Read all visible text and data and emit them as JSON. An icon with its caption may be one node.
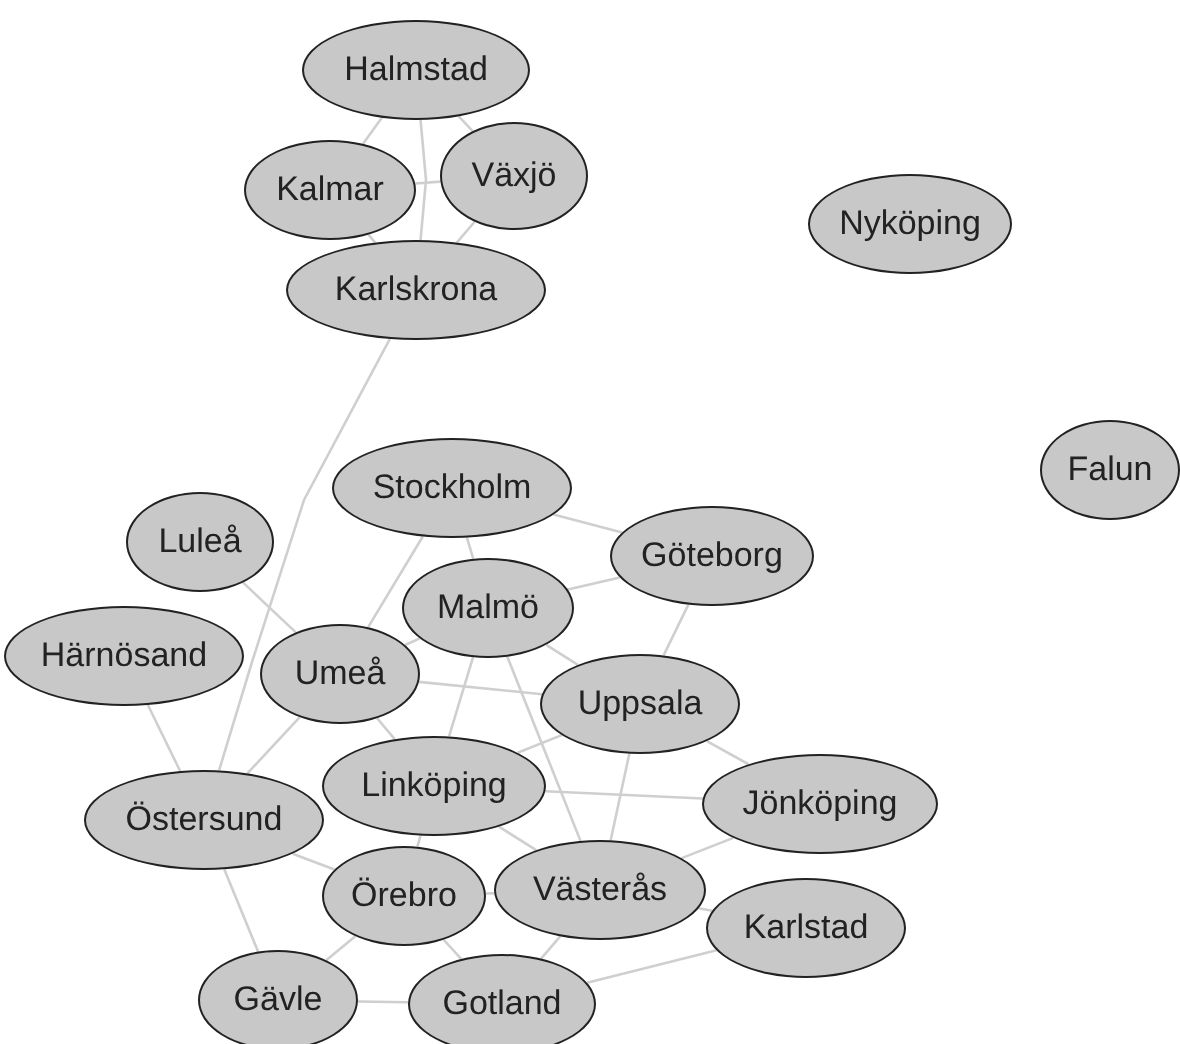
{
  "diagram": {
    "nodes": [
      {
        "text": [
          "Halmstad"
        ]
      },
      {
        "text": [
          "Kalmar"
        ]
      },
      {
        "text": [
          "Växjö"
        ]
      },
      {
        "text": [
          "Karlskrona"
        ]
      },
      {
        "text": [
          "Nyköping"
        ]
      },
      {
        "text": [
          "Falun"
        ]
      },
      {
        "text": [
          "Stockholm"
        ]
      },
      {
        "text": [
          "Luleå"
        ]
      },
      {
        "text": [
          "Göteborg"
        ]
      },
      {
        "text": [
          "Malmö"
        ]
      },
      {
        "text": [
          "Härnösand"
        ]
      },
      {
        "text": [
          "Umeå"
        ]
      },
      {
        "text": [
          "Uppsala"
        ]
      },
      {
        "text": [
          "Linköping"
        ]
      },
      {
        "text": [
          "Östersund"
        ]
      },
      {
        "text": [
          "Jönköping"
        ]
      },
      {
        "text": [
          "Örebro"
        ]
      },
      {
        "text": [
          "Västerås"
        ]
      },
      {
        "text": [
          "Karlstad"
        ]
      },
      {
        "text": [
          "Gävle"
        ]
      },
      {
        "text": [
          "Gotland"
        ]
      }
    ],
    "edges": [
      {
        "from": 0,
        "to": 1,
        "arrow": "none"
      },
      {
        "from": 0,
        "to": 2,
        "arrow": "none"
      },
      {
        "from": 1,
        "to": 2,
        "arrow": "none"
      },
      {
        "from": 1,
        "to": 3,
        "arrow": "none"
      },
      {
        "from": 2,
        "to": 3,
        "arrow": "none"
      },
      {
        "from": 0,
        "to": 3,
        "arrow": "none"
      },
      {
        "from": 3,
        "to": 14,
        "arrow": "none"
      },
      {
        "from": 7,
        "to": 11,
        "arrow": "none"
      },
      {
        "from": 10,
        "to": 14,
        "arrow": "none"
      },
      {
        "from": 6,
        "to": 8,
        "arrow": "none"
      },
      {
        "from": 6,
        "to": 9,
        "arrow": "none"
      },
      {
        "from": 6,
        "to": 11,
        "arrow": "none"
      },
      {
        "from": 9,
        "to": 8,
        "arrow": "none"
      },
      {
        "from": 9,
        "to": 11,
        "arrow": "none"
      },
      {
        "from": 9,
        "to": 12,
        "arrow": "none"
      },
      {
        "from": 9,
        "to": 13,
        "arrow": "none"
      },
      {
        "from": 9,
        "to": 17,
        "arrow": "none"
      },
      {
        "from": 8,
        "to": 12,
        "arrow": "none"
      },
      {
        "from": 11,
        "to": 12,
        "arrow": "none"
      },
      {
        "from": 11,
        "to": 13,
        "arrow": "none"
      },
      {
        "from": 11,
        "to": 14,
        "arrow": "none"
      },
      {
        "from": 12,
        "to": 13,
        "arrow": "none"
      },
      {
        "from": 12,
        "to": 15,
        "arrow": "none"
      },
      {
        "from": 12,
        "to": 17,
        "arrow": "none"
      },
      {
        "from": 13,
        "to": 15,
        "arrow": "none"
      },
      {
        "from": 13,
        "to": 17,
        "arrow": "none"
      },
      {
        "from": 13,
        "to": 16,
        "arrow": "none"
      },
      {
        "from": 14,
        "to": 16,
        "arrow": "none"
      },
      {
        "from": 14,
        "to": 19,
        "arrow": "none"
      },
      {
        "from": 16,
        "to": 19,
        "arrow": "none"
      },
      {
        "from": 16,
        "to": 17,
        "arrow": "none"
      },
      {
        "from": 16,
        "to": 20,
        "arrow": "none"
      },
      {
        "from": 17,
        "to": 15,
        "arrow": "none"
      },
      {
        "from": 17,
        "to": 18,
        "arrow": "none"
      },
      {
        "from": 17,
        "to": 20,
        "arrow": "none"
      },
      {
        "from": 19,
        "to": 20,
        "arrow": "none"
      },
      {
        "from": 20,
        "to": 18,
        "arrow": "none"
      }
    ]
  }
}
